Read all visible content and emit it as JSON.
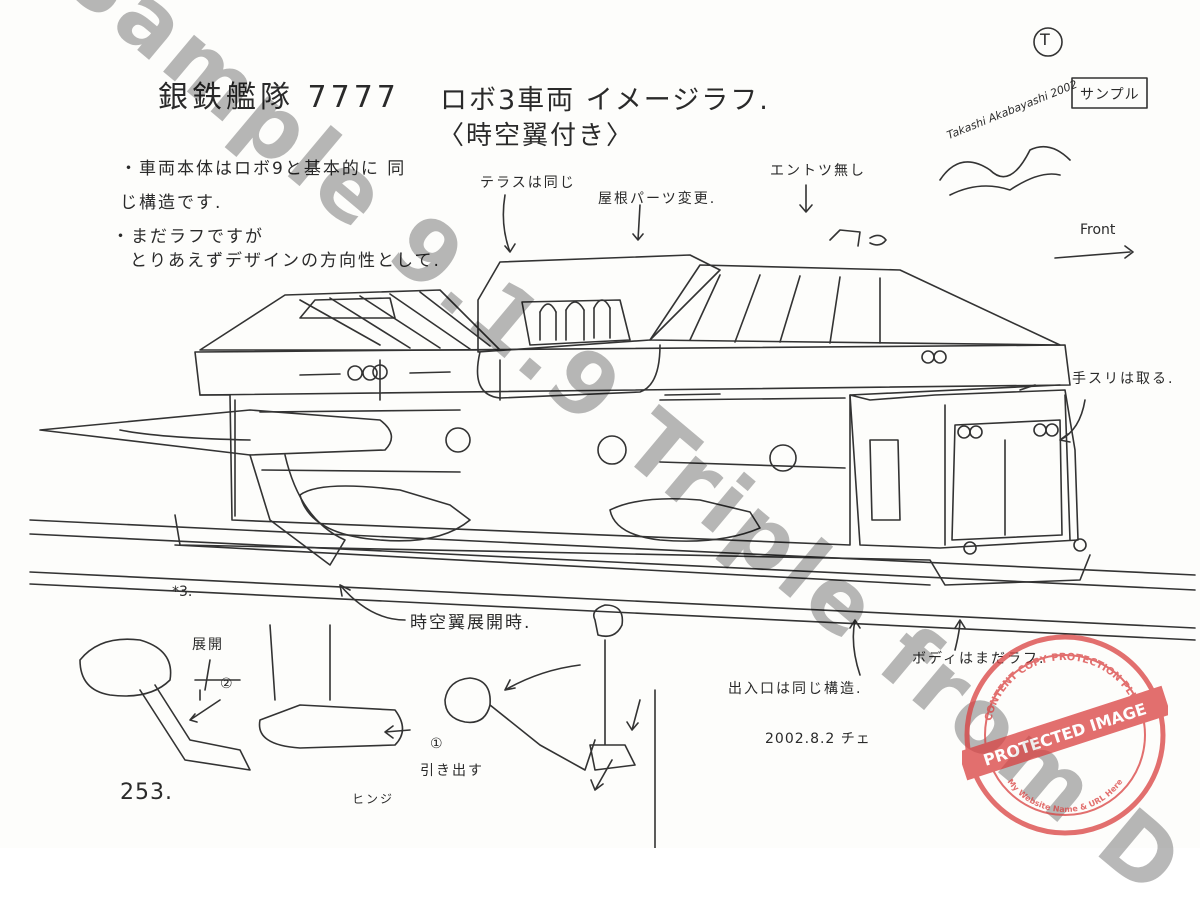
{
  "title": "銀鉄艦隊 7777",
  "heading": "ロボ3車両 イメージラフ.",
  "subheading": "〈時空翼付き〉",
  "corner_mark": "T",
  "corner_box": "サンプル",
  "signature": "Takashi Akabayashi 2002",
  "front_label": "Front",
  "notes": {
    "body_same": "・車両本体はロボ9と基本的に 同じ構造です.",
    "rough_line1": "・まだラフですが",
    "rough_line2": "とりあえずデザインの方向性として.",
    "terrace": "テラスは同じ",
    "roof": "屋根パーツ変更.",
    "chimney": "エントツ無し",
    "handrail": "手スリは取る.",
    "wing_deployed": "時空翼展開時.",
    "step": "出入口は同じ構造.",
    "body_rough": "ボディはまだラフ.",
    "note_num": "*3.",
    "deploy": "展開",
    "step_two": "②",
    "step_one": "①",
    "pull_out": "引き出す",
    "hinge": "ヒンジ",
    "date": "2002.8.2 チェ",
    "page_number": "253."
  },
  "watermark": "Sample 9.1.9 Triple from D",
  "stamp": {
    "outer_text": "CONTENT COPY PROTECTION PLUGIN",
    "band_text": "PROTECTED IMAGE",
    "inner_text": "My Website Name & URL Here",
    "color": "#d94040"
  }
}
